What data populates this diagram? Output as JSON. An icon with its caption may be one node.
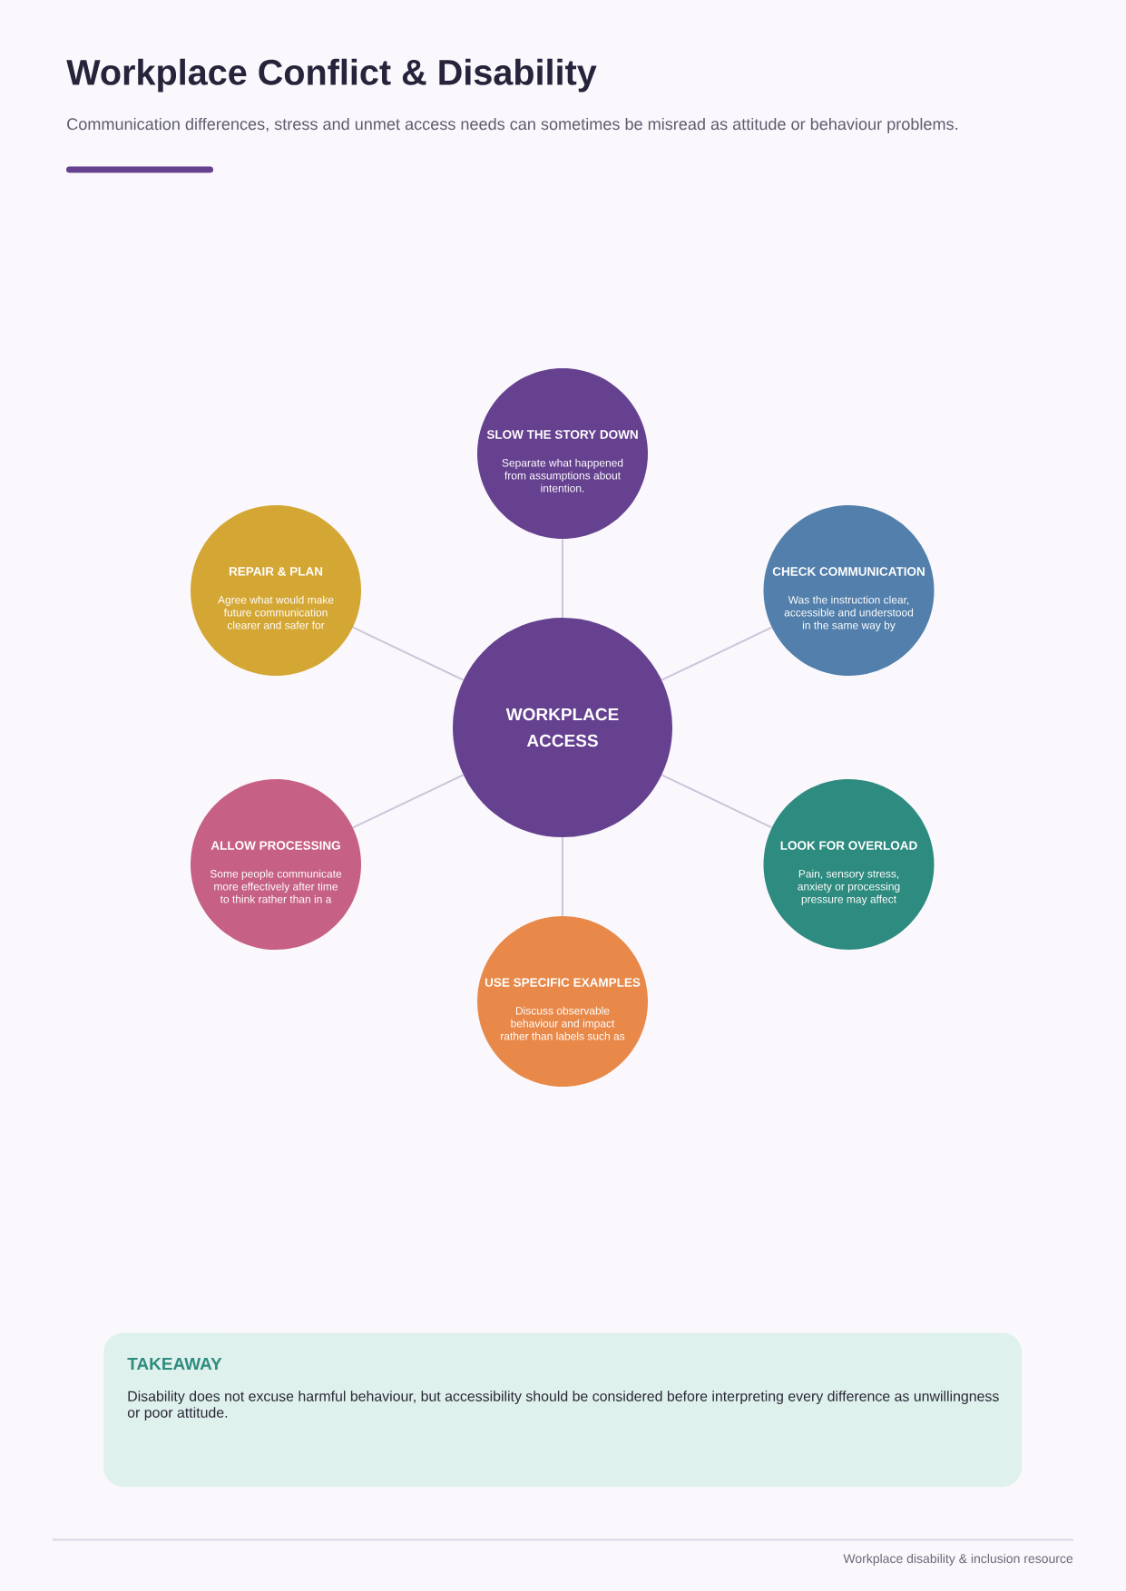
{
  "diagram": {
    "title": "Workplace Conflict & Disability",
    "nodes": [
      {
        "text": [
          "WORKPLACE ACCESS"
        ]
      },
      {
        "text": [
          "SLOW THE STORY DOWN",
          "Separate what happened from assumptions about intention."
        ]
      },
      {
        "text": [
          "CHECK COMMUNICATION",
          "Was the instruction clear, accessible and understood in the same way by"
        ]
      },
      {
        "text": [
          "LOOK FOR OVERLOAD",
          "Pain, sensory stress, anxiety or processing pressure may affect"
        ]
      },
      {
        "text": [
          "USE SPECIFIC EXAMPLES",
          "Discuss observable behaviour and impact rather than labels such as"
        ]
      },
      {
        "text": [
          "ALLOW PROCESSING",
          "Some people communicate more effectively after time to think rather than in a"
        ]
      },
      {
        "text": [
          "REPAIR & PLAN",
          "Agree what would make future communication clearer and safer for"
        ]
      },
      {
        "text": [
          "TAKEAWAY",
          "Disability does not excuse harmful behaviour, but accessibility should be considered before interpreting every difference as unwillingness or poor attitude."
        ]
      }
    ],
    "edges": [
      {
        "from": 0,
        "to": 1,
        "arrow": "none"
      },
      {
        "from": 0,
        "to": 2,
        "arrow": "none"
      },
      {
        "from": 0,
        "to": 3,
        "arrow": "none"
      },
      {
        "from": 0,
        "to": 4,
        "arrow": "none"
      },
      {
        "from": 0,
        "to": 5,
        "arrow": "none"
      },
      {
        "from": 0,
        "to": 6,
        "arrow": "none"
      }
    ],
    "labels": [
      "Communication differences, stress and unmet access needs can sometimes be misread as attitude or behaviour problems.",
      "Workplace disability & inclusion resource"
    ]
  }
}
